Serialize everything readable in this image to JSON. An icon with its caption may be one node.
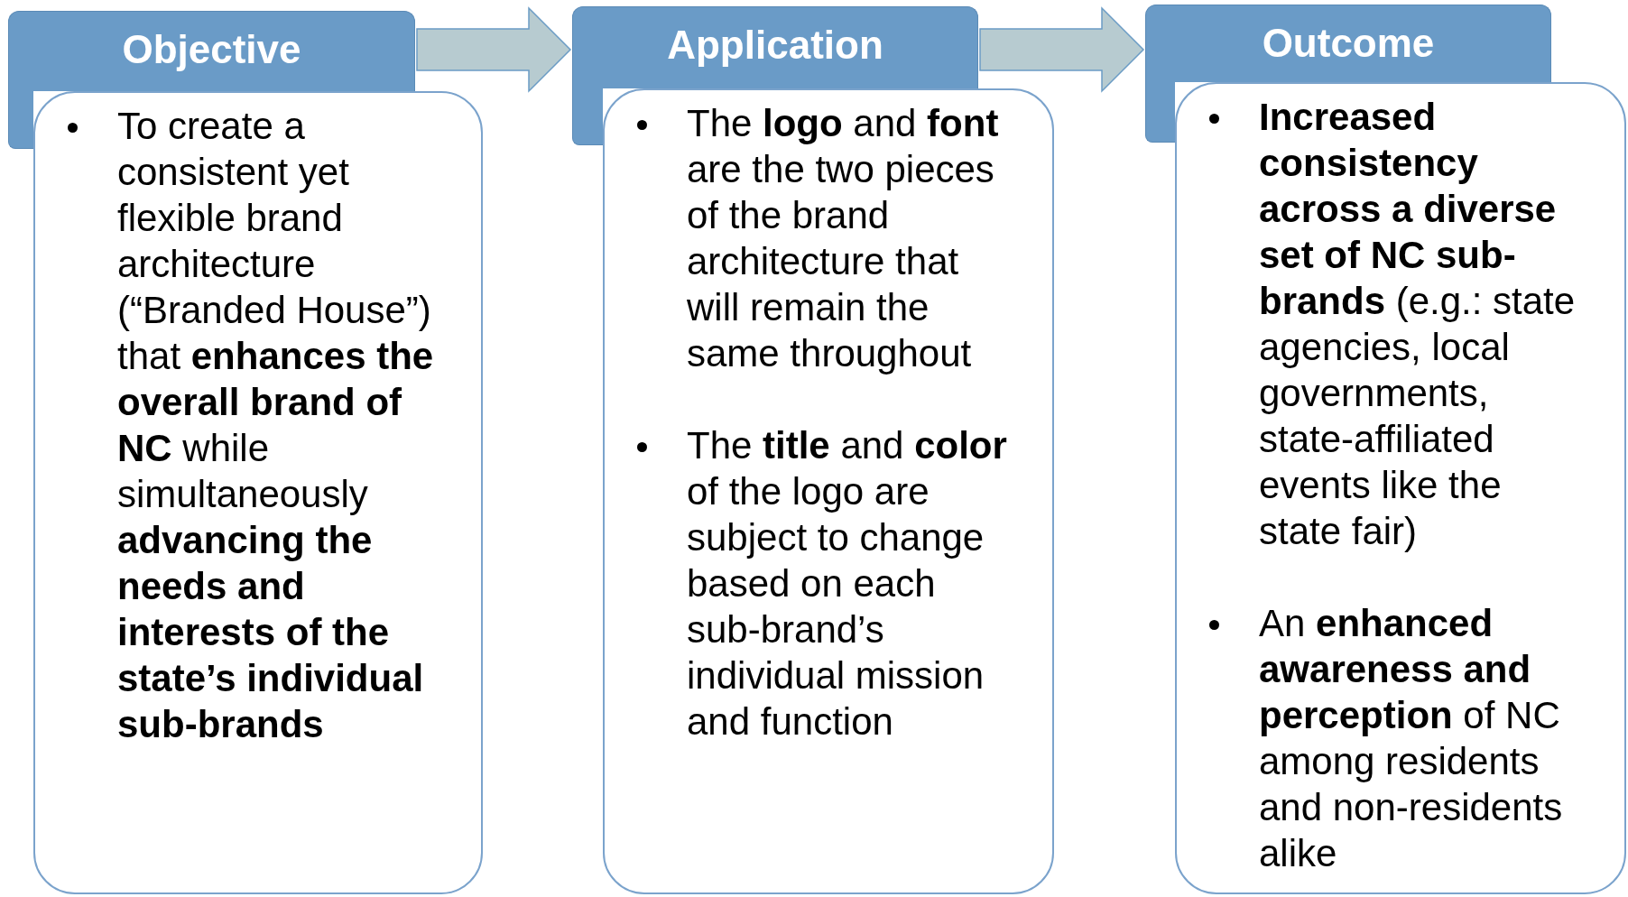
{
  "diagram": {
    "nodes": [
      {
        "text": [
          "Objective"
        ]
      },
      {
        "text": [
          "To create a consistent yet flexible brand architecture (“Branded House”) that **enhances the overall brand of NC** while simultaneously **advancing the needs and interests of the state’s individual sub-brands**"
        ]
      },
      {
        "text": [
          "Application"
        ]
      },
      {
        "text": [
          "The **logo** and **font** are the two pieces of the brand architecture that will remain the same throughout",
          "The **title** and **color** of the logo are subject to change based on each sub-brand’s individual mission and function"
        ]
      },
      {
        "text": [
          "Outcome"
        ]
      },
      {
        "text": [
          "**Increased consistency across a diverse set of NC sub-brands** (e.g.: state agencies, local governments, state-affiliated events like the state fair)",
          "An **enhanced awareness and perception** of NC among residents and non-residents alike"
        ]
      }
    ],
    "edges": [
      {
        "from": 0,
        "to": 2,
        "arrow": "to"
      },
      {
        "from": 2,
        "to": 4,
        "arrow": "to"
      }
    ]
  }
}
